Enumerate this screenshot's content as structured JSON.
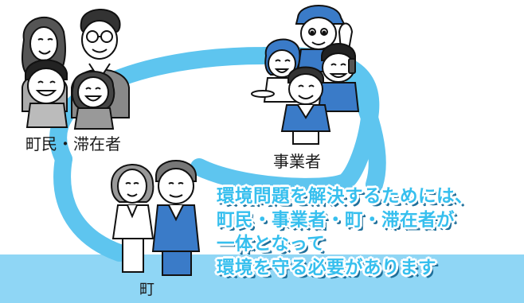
{
  "groups": {
    "residents": "町民・滞在者",
    "businesses": "事業者",
    "town": "町"
  },
  "slogan": {
    "lines": [
      "環境問題を解決するためには、",
      "町民・事業者・町・滞在者が",
      "一体となって",
      "環境を守る必要があります"
    ]
  },
  "colors": {
    "ring": "#5ec5ef",
    "band": "#8fd6f5",
    "slogan_text": "#36bfee",
    "slogan_shadow": "#1e6f9a",
    "background": "#ffffff"
  }
}
